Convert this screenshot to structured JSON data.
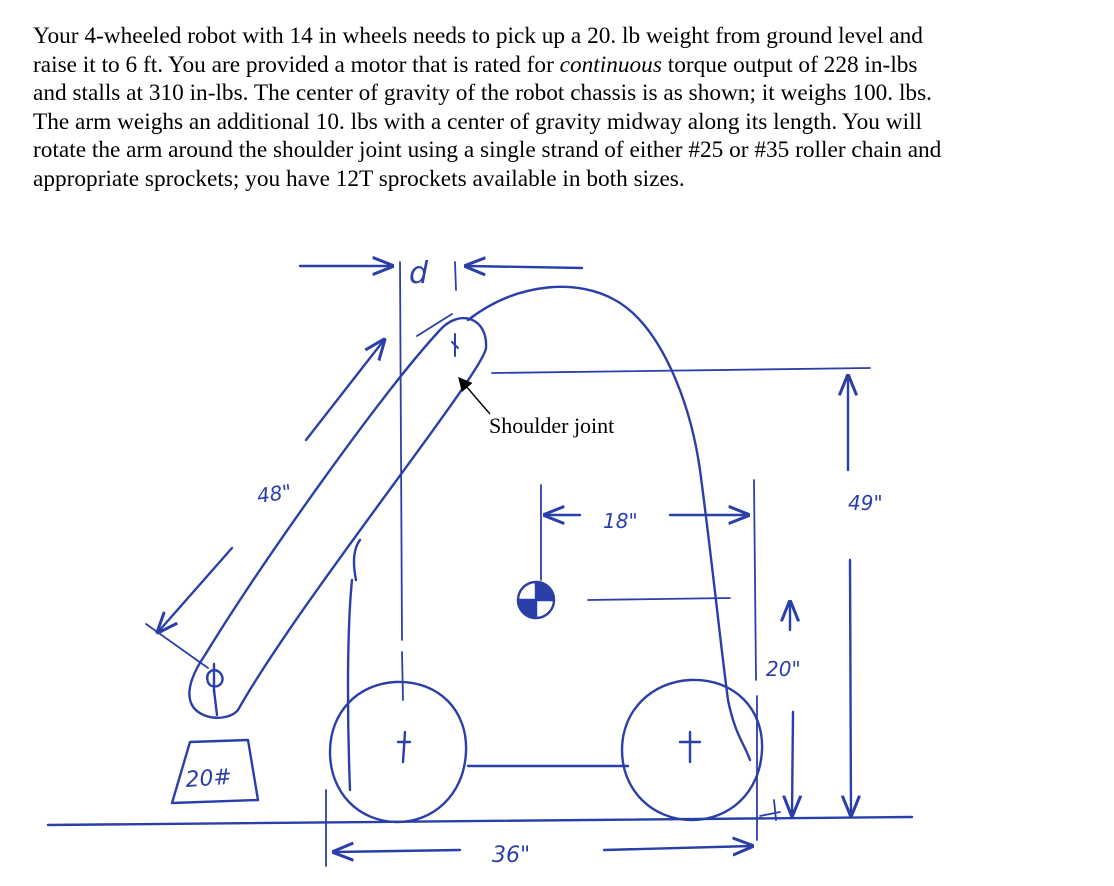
{
  "problem": {
    "line1": "Your 4-wheeled robot with 14 in wheels needs to pick up a 20. lb weight from ground level and",
    "line2": "raise it to 6 ft.  You are provided a motor that is rated for ",
    "line2_italic": "continuous",
    "line2_end": " torque output of 228 in-lbs",
    "line3": "and stalls at 310 in-lbs.  The center of gravity of the robot chassis is as shown; it weighs 100. lbs.",
    "line4": "The arm weighs an additional 10. lbs with a center of gravity midway along its length.  You will",
    "line5": "rotate the arm around the shoulder joint using a single strand of either #25 or #35 roller chain and",
    "line6": "appropriate sprockets; you have 12T sprockets available in both sizes."
  },
  "figure": {
    "ink_color": "#2b3fa8",
    "label_shoulder": "Shoulder joint",
    "label_d": "d",
    "label_arm_length": "48\"",
    "label_weight": "20#",
    "label_cg_offset": "18\"",
    "label_height": "49\"",
    "label_cg_height": "20\"",
    "label_wheelbase": "36\""
  }
}
